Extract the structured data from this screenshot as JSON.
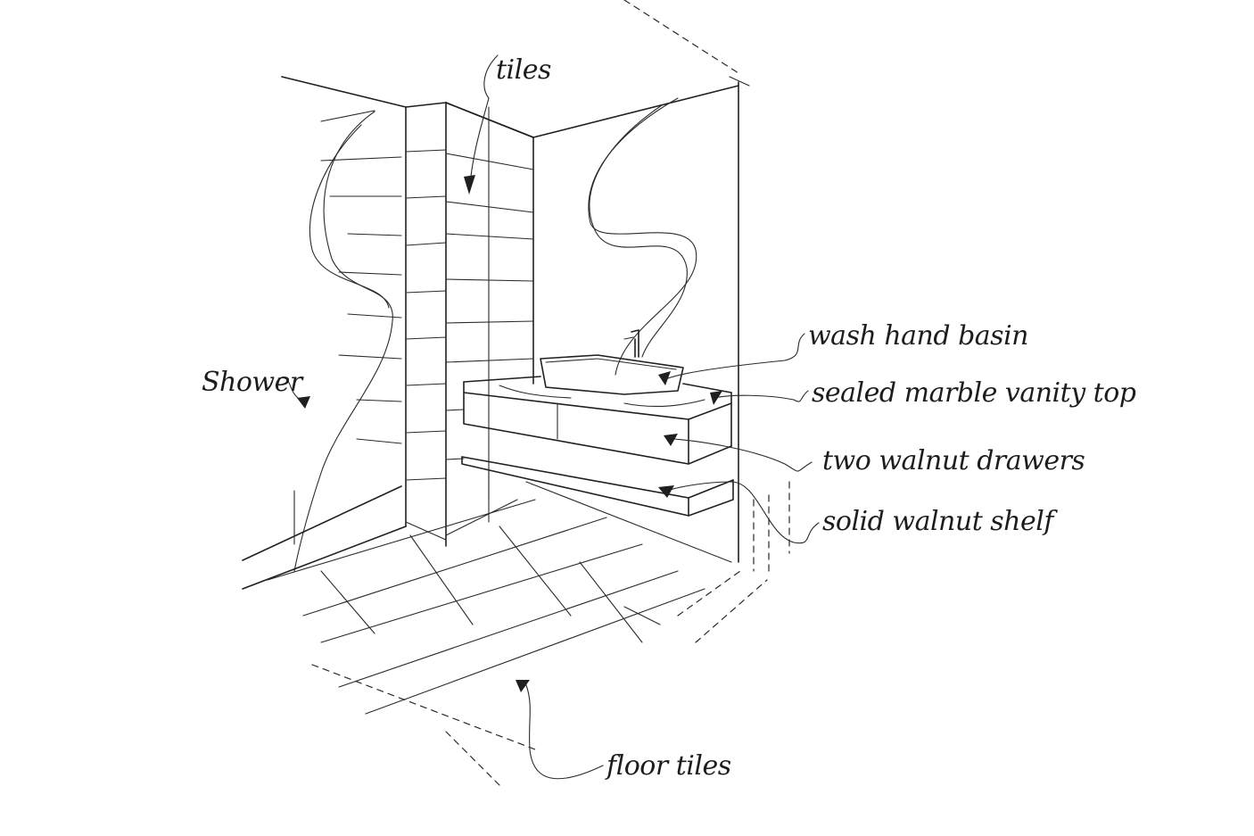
{
  "labels": {
    "tiles": "tiles",
    "shower": "Shower",
    "wash_hand_basin": "wash hand basin",
    "vanity_top": "sealed marble vanity top",
    "drawers": "two walnut drawers",
    "shelf": "solid walnut shelf",
    "floor_tiles": "floor tiles"
  },
  "colors": {
    "ink": "#1f1f1f",
    "paper": "#ffffff"
  }
}
